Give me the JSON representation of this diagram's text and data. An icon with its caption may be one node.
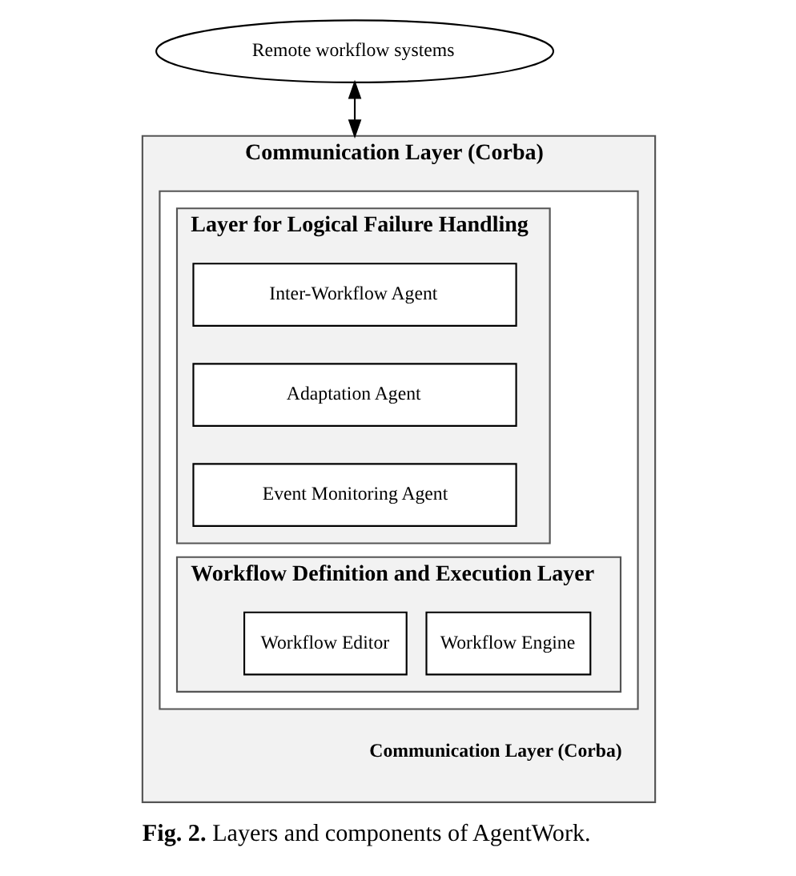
{
  "diagram": {
    "caption": "**Fig. 2.** Layers and components of AgentWork.",
    "nodes": [
      {
        "text": [
          "Remote workflow systems"
        ]
      },
      {
        "text": [
          "Communication Layer (Corba)",
          "Communication Layer (Corba)"
        ]
      },
      {
        "text": [],
        "shape": "box",
        "in": 1
      },
      {
        "text": [
          "Layer for Logical Failure Handling"
        ],
        "in": 2
      },
      {
        "text": [
          "Inter-Workflow Agent"
        ],
        "in": 3
      },
      {
        "text": [
          "Adaptation Agent"
        ],
        "in": 3
      },
      {
        "text": [
          "Event Monitoring Agent"
        ],
        "in": 3
      },
      {
        "text": [
          "Workflow Definition and Execution Layer"
        ],
        "in": 2
      },
      {
        "text": [
          "Workflow Editor"
        ],
        "in": 7
      },
      {
        "text": [
          "Workflow Engine"
        ],
        "in": 7
      }
    ],
    "edges": [
      {
        "from": 0,
        "to": 1,
        "arrow": "both"
      }
    ]
  }
}
